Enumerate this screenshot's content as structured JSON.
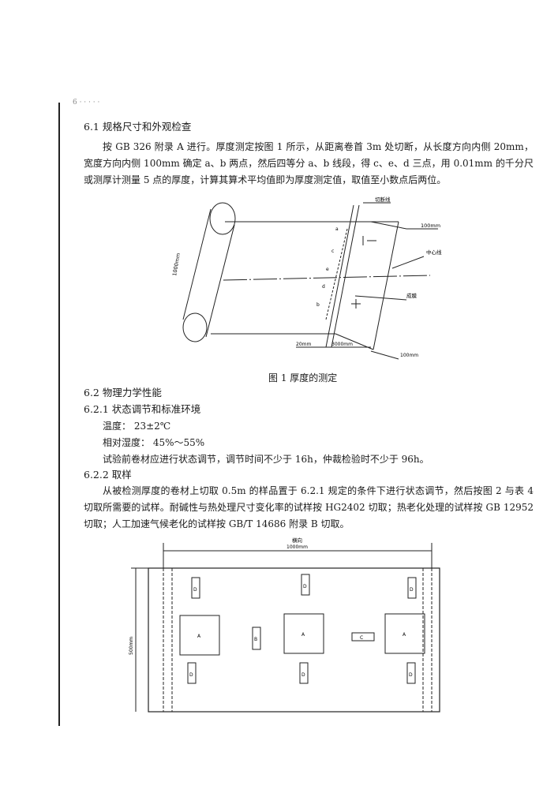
{
  "header_fragment": "6 · · · · ·",
  "sections": {
    "s61_title": "6.1 规格尺寸和外观检查",
    "s61_para": "按 GB 326 附录 A 进行。厚度测定按图 1 所示，从距离卷首 3m 处切断，从长度方向内侧 20mm，宽度方向内侧 100mm 确定 a、b 两点，然后四等分 a、b 线段，得 c、e、d 三点，用 0.01mm 的千分尺或测厚计测量 5 点的厚度，计算其算术平均值即为厚度测定值，取值至小数点后两位。",
    "fig1_caption": "图 1  厚度的测定",
    "s62_title": "6.2  物理力学性能",
    "s621_title": "6.2.1  状态调节和标准环境",
    "temp_label": "温度：  23±2℃",
    "humidity_label": "相对湿度：  45%～55%",
    "s621_para": "试验前卷材应进行状态调节，调节时间不少于 16h，仲裁检验时不少于 96h。",
    "s622_title": "6.2.2  取样",
    "s622_para": "从被检测厚度的卷材上切取 0.5m 的样品置于 6.2.1 规定的条件下进行状态调节，然后按图 2 与表 4 切取所需要的试样。耐碱性与热处理尺寸变化率的试样按 HG2402 切取；热老化处理的试样按 GB 12952 切取；人工加速气候老化的试样按 GB/T 14686 附录 B 切取。"
  },
  "fig1": {
    "label_cut_line": "切断线",
    "label_100mm_top": "100mm",
    "label_center_line": "中心线",
    "label_sheet": "成膜",
    "label_width": "1000mm",
    "label_20mm": "20mm",
    "label_3000mm": "3000mm",
    "label_100mm_bottom": "100mm",
    "points": [
      "a",
      "c",
      "e",
      "d",
      "b"
    ]
  },
  "fig2": {
    "label_length_title": "横向",
    "label_length": "1000mm",
    "label_height": "500mm",
    "specimen_A": "A",
    "specimen_B": "B",
    "specimen_C": "C",
    "specimen_D": "D"
  }
}
